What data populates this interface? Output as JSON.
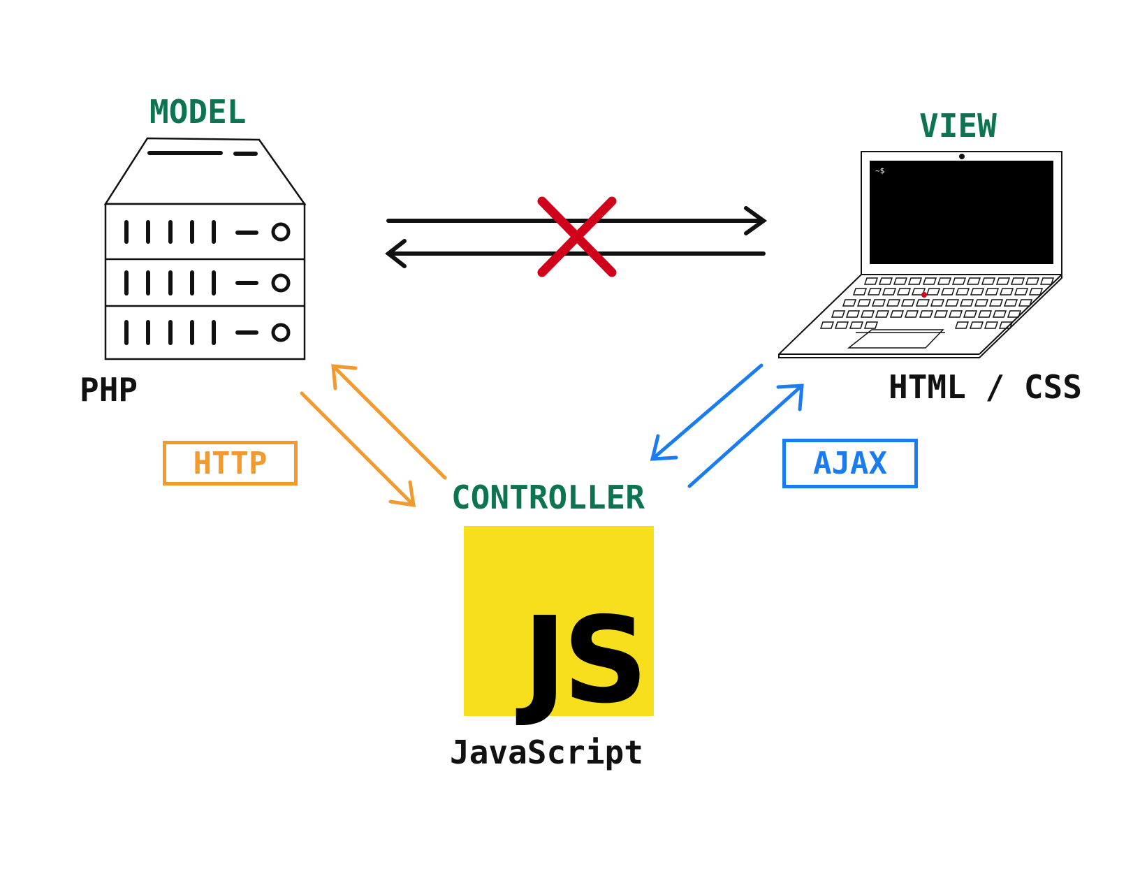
{
  "model": {
    "title": "MODEL",
    "technology": "PHP"
  },
  "view": {
    "title": "VIEW",
    "technology": "HTML / CSS",
    "terminal_prompt": "~$"
  },
  "controller": {
    "title": "CONTROLLER",
    "technology": "JavaScript",
    "logo_text": "JS"
  },
  "protocols": {
    "model_controller": "HTTP",
    "controller_view": "AJAX"
  },
  "colors": {
    "title_green": "#0d7451",
    "http_orange": "#f29a2e",
    "ajax_blue": "#1a7cf3",
    "blocked_red": "#d0021b",
    "js_yellow": "#f7df1e"
  },
  "icons": [
    "server-icon",
    "laptop-icon",
    "blocked-x-icon",
    "js-logo-icon"
  ]
}
